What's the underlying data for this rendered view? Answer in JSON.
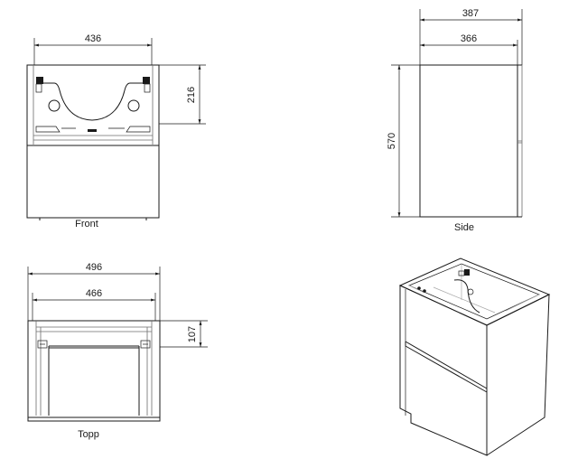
{
  "views": {
    "front": {
      "label": "Front"
    },
    "side": {
      "label": "Side"
    },
    "top": {
      "label": "Topp"
    }
  },
  "dimensions": {
    "front_width": "436",
    "front_height": "216",
    "side_outer_depth": "387",
    "side_inner_depth": "366",
    "side_height": "570",
    "top_outer_width": "496",
    "top_inner_width": "466",
    "top_depth": "107"
  }
}
